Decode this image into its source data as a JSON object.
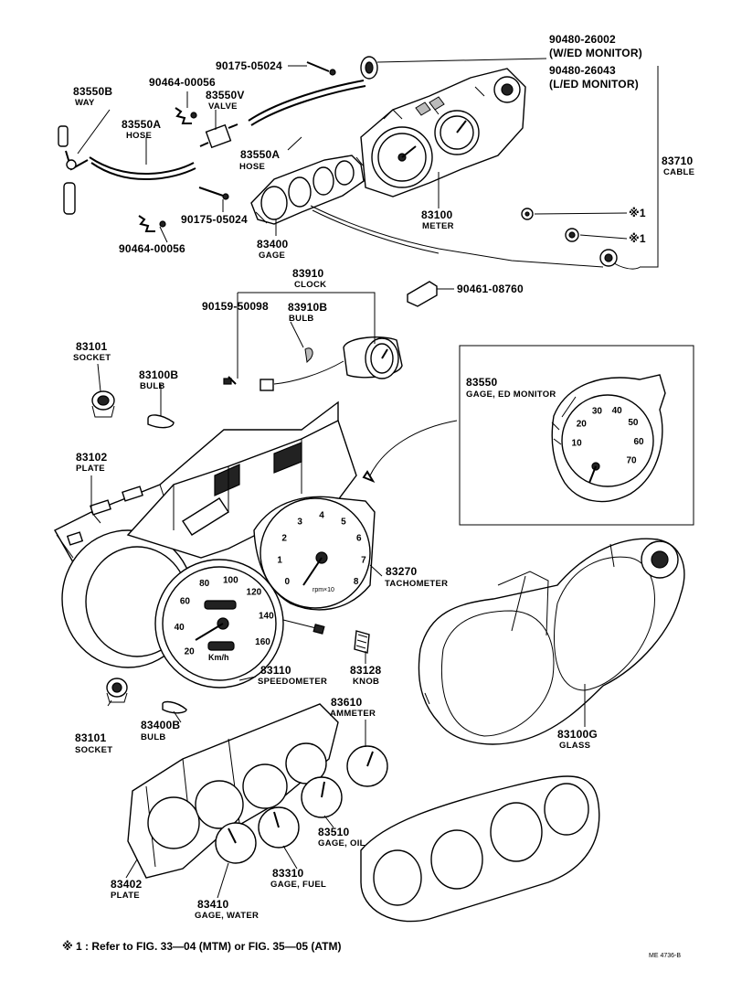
{
  "parts": {
    "p90480_26002": {
      "number": "90480-26002",
      "desc": "(W/ED MONITOR)"
    },
    "p90480_26043": {
      "number": "90480-26043",
      "desc": "(L/ED MONITOR)"
    },
    "p90175_05024a": {
      "number": "90175-05024"
    },
    "p90464_00056a": {
      "number": "90464-00056"
    },
    "p83550B": {
      "number": "83550B",
      "desc": "WAY"
    },
    "p83550V": {
      "number": "83550V",
      "desc": "VALVE"
    },
    "p83550A_1": {
      "number": "83550A",
      "desc": "HOSE"
    },
    "p83550A_2": {
      "number": "83550A",
      "desc": "HOSE"
    },
    "p83710": {
      "number": "83710",
      "desc": "CABLE"
    },
    "p90175_05024b": {
      "number": "90175-05024"
    },
    "p83100": {
      "number": "83100",
      "desc": "METER"
    },
    "p90464_00056b": {
      "number": "90464-00056"
    },
    "p83400": {
      "number": "83400",
      "desc": "GAGE"
    },
    "p83910": {
      "number": "83910",
      "desc": "CLOCK"
    },
    "p90461_08760": {
      "number": "90461-08760"
    },
    "p90159_50098": {
      "number": "90159-50098"
    },
    "p83910B": {
      "number": "83910B",
      "desc": "BULB"
    },
    "p83101a": {
      "number": "83101",
      "desc": "SOCKET"
    },
    "p83100B": {
      "number": "83100B",
      "desc": "BULB"
    },
    "p83550": {
      "number": "83550",
      "desc": "GAGE, ED MONITOR"
    },
    "p83102": {
      "number": "83102",
      "desc": "PLATE"
    },
    "p83270": {
      "number": "83270",
      "desc": "TACHOMETER"
    },
    "p83110": {
      "number": "83110",
      "desc": "SPEEDOMETER"
    },
    "p83128": {
      "number": "83128",
      "desc": "KNOB"
    },
    "p83101b": {
      "number": "83101",
      "desc": "SOCKET"
    },
    "p83400B": {
      "number": "83400B",
      "desc": "BULB"
    },
    "p83610": {
      "number": "83610",
      "desc": "AMMETER"
    },
    "p83100G": {
      "number": "83100G",
      "desc": "GLASS"
    },
    "p83510": {
      "number": "83510",
      "desc": "GAGE, OIL"
    },
    "p83310": {
      "number": "83310",
      "desc": "GAGE, FUEL"
    },
    "p83402": {
      "number": "83402",
      "desc": "PLATE"
    },
    "p83410": {
      "number": "83410",
      "desc": "GAGE, WATER"
    }
  },
  "ref_marks": {
    "mark1": "※1",
    "mark2": "※1"
  },
  "gauges": {
    "speedo_ticks": [
      "20",
      "40",
      "60",
      "80",
      "100",
      "120",
      "140",
      "160"
    ],
    "speedo_unit": "Km/h",
    "tacho_ticks": [
      "0",
      "1",
      "2",
      "3",
      "4",
      "5",
      "6",
      "7",
      "8"
    ],
    "tacho_unit": "rpm×10",
    "monitor_ticks": [
      "10",
      "20",
      "30",
      "40",
      "50",
      "60",
      "70"
    ]
  },
  "footnote": "※ 1 : Refer to FIG. 33—04 (MTM) or FIG. 35—05 (ATM)",
  "figure_code": "ME 4736-B"
}
